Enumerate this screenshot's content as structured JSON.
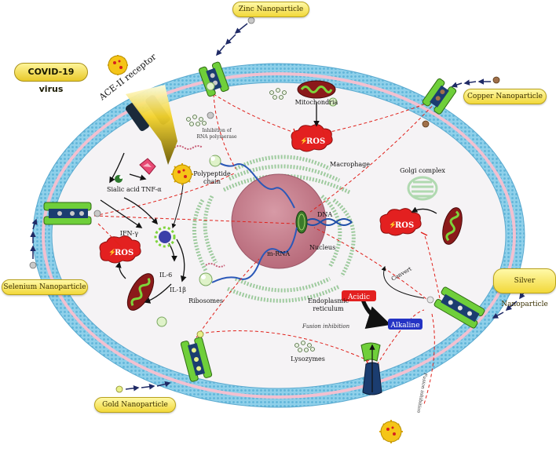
{
  "title": "COVID-19 virus",
  "nanoparticles": {
    "zinc": "Zinc Nanoparticle",
    "copper": "Copper Nanoparticle",
    "selenium": "Selenium Nanoparticle",
    "silver": "Silver Nanoparticle",
    "gold": "Gold Nanoparticle"
  },
  "labels": {
    "ace_receptor": "ACE-II receptor",
    "inhibition_rna_1": "Inhibition of",
    "inhibition_rna_2": "RNA polymerase",
    "polypeptide_1": "Polypeptide",
    "polypeptide_2": "chain",
    "mitochondria": "Mitochondria",
    "ros": "ROS",
    "macrophage": "Macrophage",
    "golgi": "Golgi complex",
    "sialic_acid": "Sialic acid",
    "tnf": "TNF-α",
    "ifn": "IFN-γ",
    "il6": "IL-6",
    "il1b": "IL-1β",
    "ribosomes": "Ribosomes",
    "mrna": "m-RNA",
    "dna": "DNA",
    "nucleus": "Nucleus",
    "er_1": "Endoplasmic",
    "er_2": "reticulum",
    "convert": "Convert",
    "acidic": "Acidic",
    "alkaline": "Alkaline",
    "fusion_inhibition": "Fusion inhibition",
    "lysozymes": "Lysozymes"
  },
  "colors": {
    "membrane": "#7ec8e3",
    "cytoplasm": "#f3f1f3",
    "nucleus": "#c97f8d",
    "er": "#7fb87f",
    "channel": "#6fcf3a",
    "ros": "#e32020",
    "virus": "#f5c518",
    "dashed": "#e0201a",
    "arrow": "#1f2a66"
  }
}
